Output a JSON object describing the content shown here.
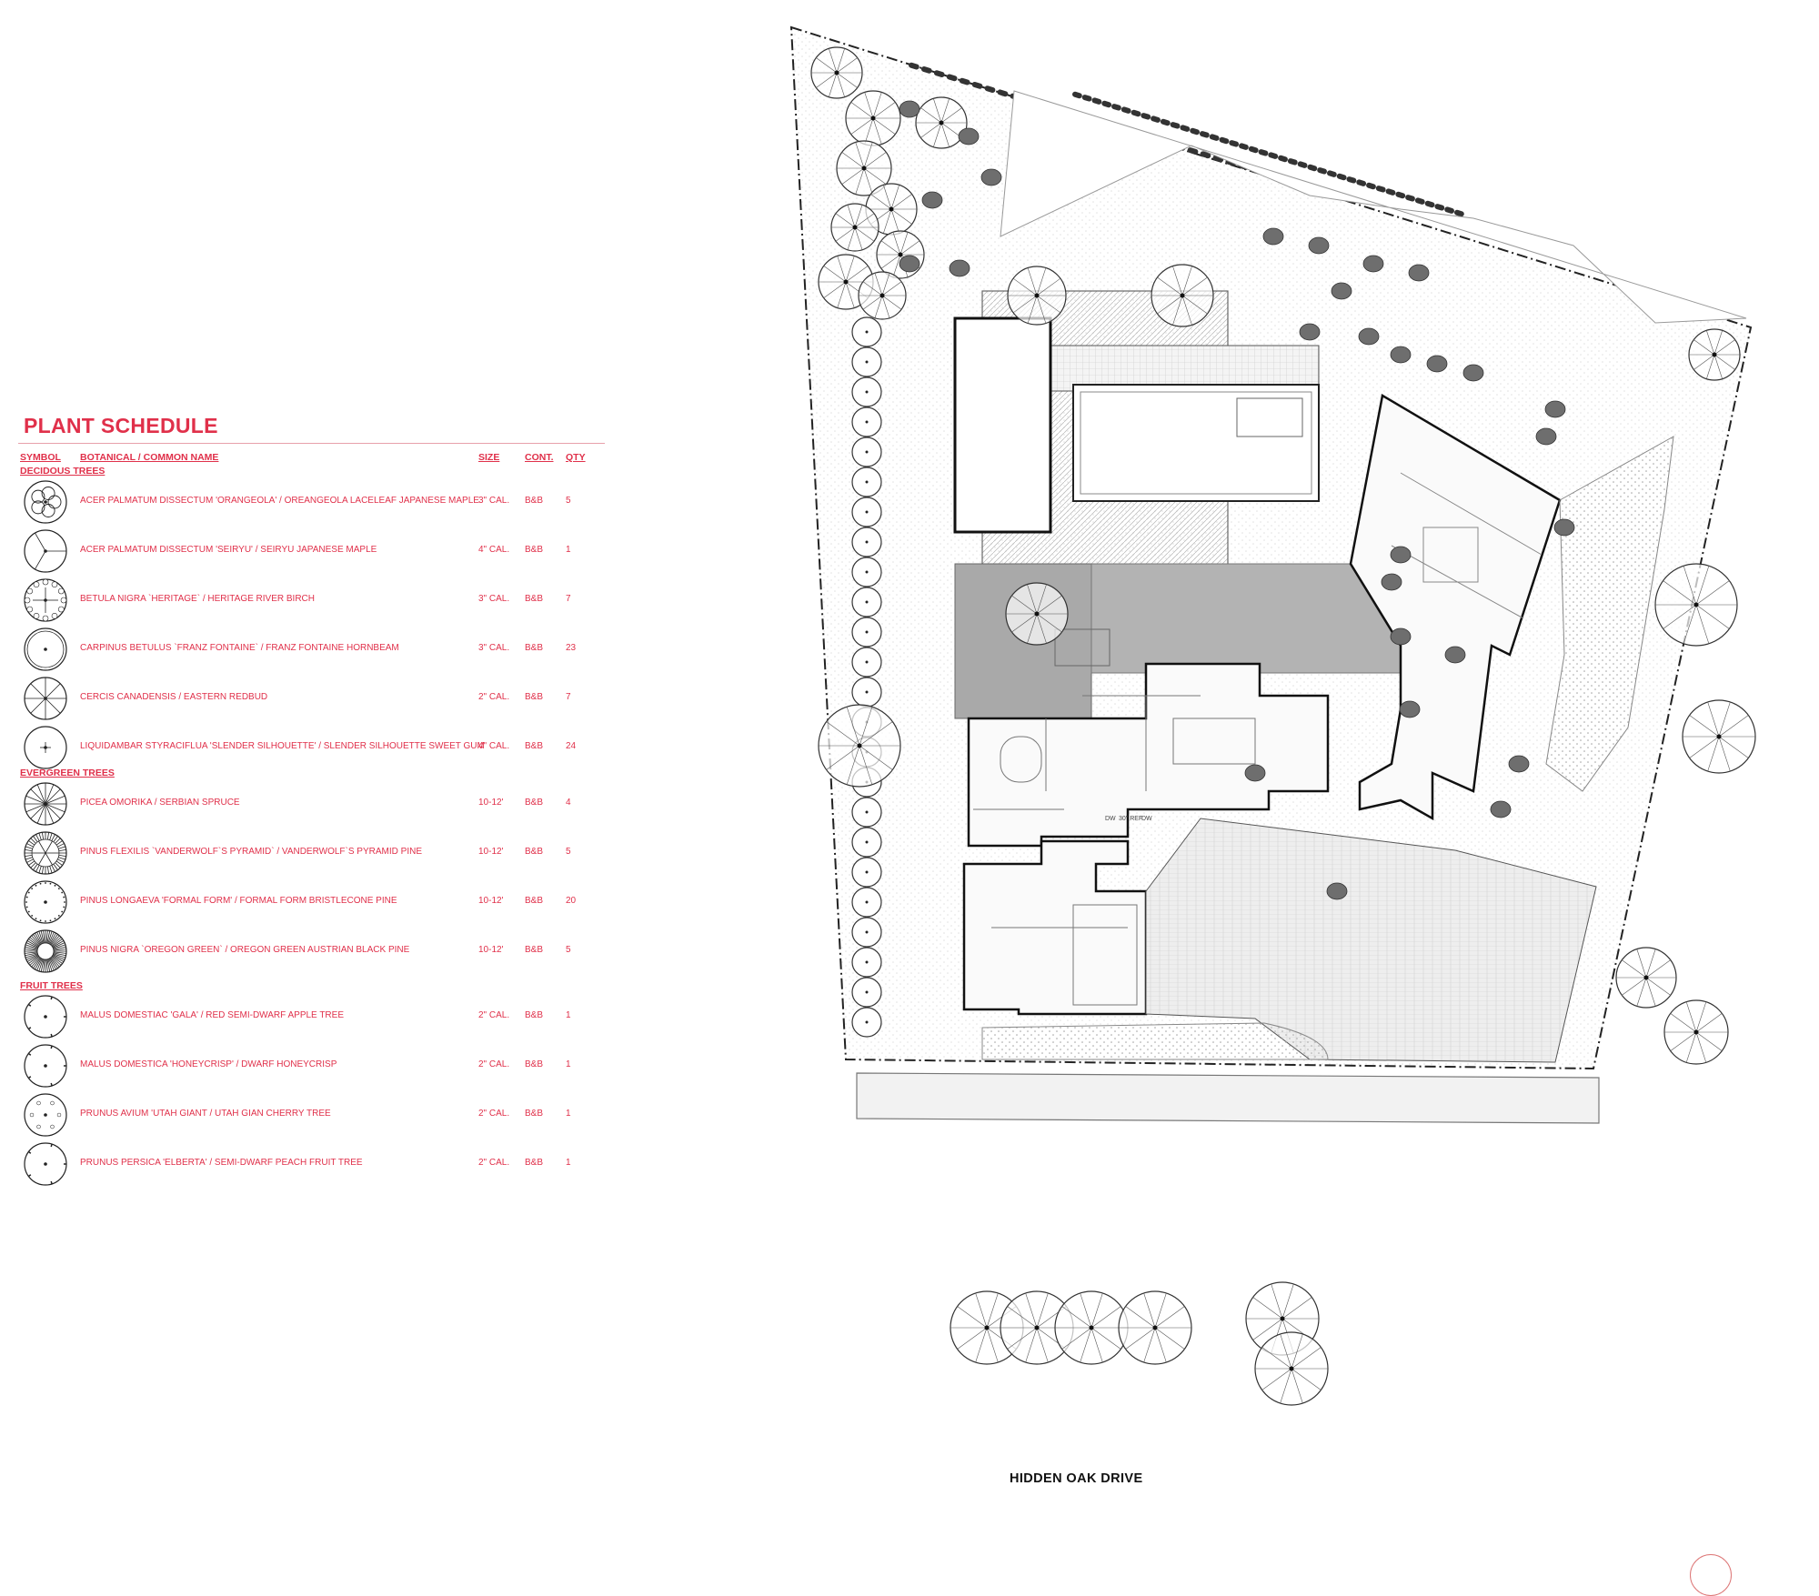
{
  "schedule": {
    "title": "PLANT SCHEDULE",
    "headers": {
      "symbol": "SYMBOL",
      "name": "BOTANICAL / COMMON NAME",
      "size": "SIZE",
      "cont": "CONT.",
      "qty": "QTY"
    },
    "categories": [
      {
        "label": "DECIDOUS TREES",
        "items": [
          {
            "symbol": "lobed-circle-icon",
            "name": "ACER PALMATUM DISSECTUM 'ORANGEOLA' / OREANGEOLA LACELEAF JAPANESE MAPLE",
            "size": "3\" CAL.",
            "cont": "B&B",
            "qty": "5"
          },
          {
            "symbol": "three-segment-circle-icon",
            "name": "ACER PALMATUM DISSECTUM 'SEIRYU' / SEIRYU JAPANESE MAPLE",
            "size": "4\" CAL.",
            "cont": "B&B",
            "qty": "1"
          },
          {
            "symbol": "scalloped-circle-icon",
            "name": "BETULA NIGRA `HERITAGE` / HERITAGE RIVER BIRCH",
            "size": "3\" CAL.",
            "cont": "B&B",
            "qty": "7"
          },
          {
            "symbol": "double-circle-icon",
            "name": "CARPINUS BETULUS `FRANZ FONTAINE` / FRANZ FONTAINE HORNBEAM",
            "size": "3\" CAL.",
            "cont": "B&B",
            "qty": "23"
          },
          {
            "symbol": "radial-segment-circle-icon",
            "name": "CERCIS CANADENSIS / EASTERN REDBUD",
            "size": "2\" CAL.",
            "cont": "B&B",
            "qty": "7"
          },
          {
            "symbol": "crosshair-circle-icon",
            "name": "LIQUIDAMBAR STYRACIFLUA 'SLENDER SILHOUETTE' / SLENDER SILHOUETTE SWEET GUM",
            "size": "4\" CAL.",
            "cont": "B&B",
            "qty": "24"
          }
        ]
      },
      {
        "label": "EVERGREEN TREES",
        "items": [
          {
            "symbol": "star-spruce-icon",
            "name": "PICEA OMORIKA / SERBIAN SPRUCE",
            "size": "10-12'",
            "cont": "B&B",
            "qty": "4"
          },
          {
            "symbol": "hatched-pine-icon",
            "name": "PINUS FLEXILIS `VANDERWOLF`S PYRAMID` / VANDERWOLF`S PYRAMID PINE",
            "size": "10-12'",
            "cont": "B&B",
            "qty": "5"
          },
          {
            "symbol": "dotted-ring-icon",
            "name": "PINUS LONGAEVA 'FORMAL FORM' / FORMAL FORM BRISTLECONE PINE",
            "size": "10-12'",
            "cont": "B&B",
            "qty": "20"
          },
          {
            "symbol": "dense-pine-icon",
            "name": "PINUS NIGRA `OREGON GREEN` / OREGON GREEN AUSTRIAN BLACK PINE",
            "size": "10-12'",
            "cont": "B&B",
            "qty": "5"
          }
        ]
      },
      {
        "label": "FRUIT TREES",
        "items": [
          {
            "symbol": "notched-circle-icon",
            "name": "MALUS DOMESTIAC 'GALA' / RED SEMI-DWARF APPLE TREE",
            "size": "2\" CAL.",
            "cont": "B&B",
            "qty": "1"
          },
          {
            "symbol": "notched-circle-icon",
            "name": "MALUS DOMESTICA 'HONEYCRISP' / DWARF HONEYCRISP",
            "size": "2\" CAL.",
            "cont": "B&B",
            "qty": "1"
          },
          {
            "symbol": "wavy-circle-icon",
            "name": "PRUNUS AVIUM 'UTAH GIANT / UTAH GIAN CHERRY TREE",
            "size": "2\" CAL.",
            "cont": "B&B",
            "qty": "1"
          },
          {
            "symbol": "notched-circle-icon",
            "name": "PRUNUS PERSICA 'ELBERTA' / SEMI-DWARF PEACH FRUIT TREE",
            "size": "2\" CAL.",
            "cont": "B&B",
            "qty": "1"
          }
        ]
      }
    ]
  },
  "plan": {
    "street_label": "HIDDEN OAK DRIVE",
    "room_tags": [
      "DW",
      "30\" REF",
      "DW"
    ]
  },
  "colors": {
    "accent": "#e0304a",
    "linework": "#333333",
    "hardscape": "#9a9a9a",
    "shrub": "#6e6e6e"
  }
}
